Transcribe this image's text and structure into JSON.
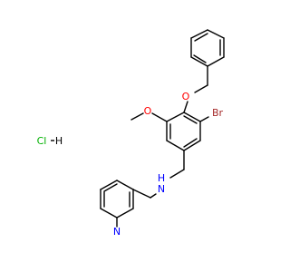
{
  "molecule": {
    "atoms": {
      "oxygen_ether": "O",
      "oxygen_methoxy": "O",
      "bromine": "Br",
      "amine": "N",
      "amine_h": "H",
      "pyridine_n": "N"
    },
    "salt": {
      "chlorine": "Cl",
      "hydrogen": "H"
    }
  },
  "colors": {
    "bond": "#000000",
    "oxygen": "#ff0000",
    "bromine": "#a52a2a",
    "nitrogen": "#0000ff",
    "chlorine": "#00b000",
    "salt_bond": "#000000"
  }
}
